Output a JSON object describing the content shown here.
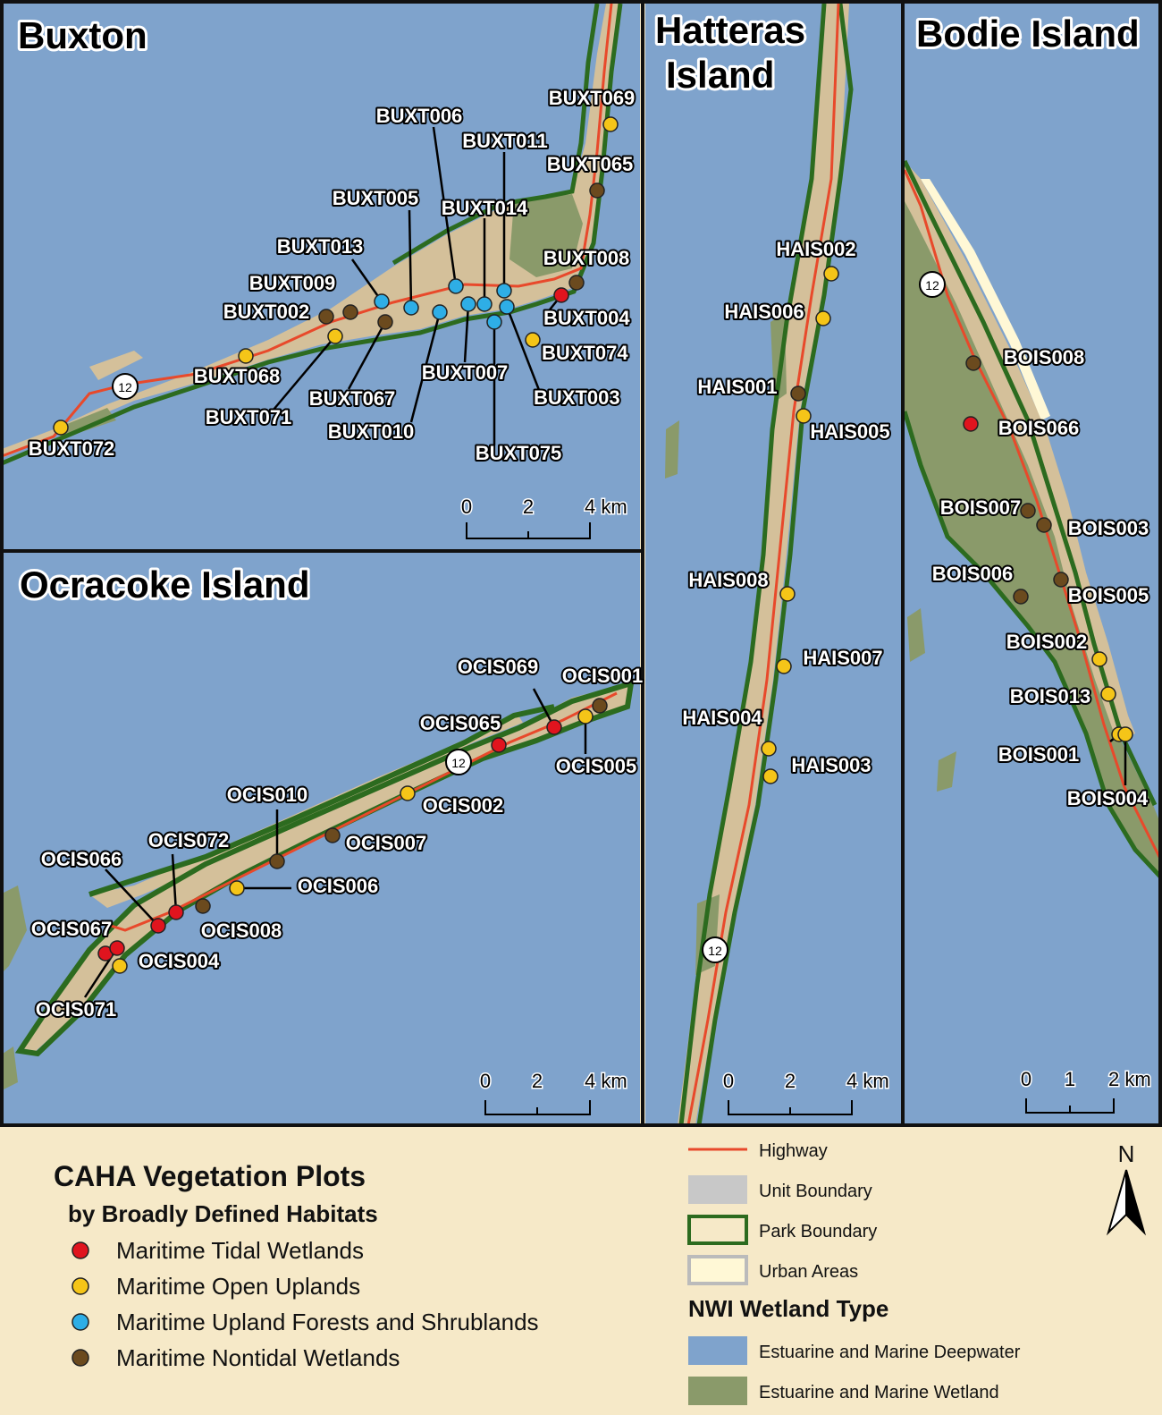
{
  "colors": {
    "water": "#7fa3cc",
    "land": "#d4c09a",
    "wetland": "#8a9a6a",
    "park_boundary": "#2c6b1f",
    "highway": "#e8492b",
    "urban": "#fff8d6",
    "unit_boundary": "#c8c8c8",
    "legend_bg": "#f6e9c8",
    "tidal": "#e0141e",
    "open_uplands": "#f5c518",
    "forests": "#2eaee6",
    "nontidal": "#6b4a1e"
  },
  "panels": {
    "buxton": {
      "title": "Buxton",
      "scale_ticks": [
        "0",
        "2",
        "4 km"
      ]
    },
    "ocracoke": {
      "title": "Ocracoke Island",
      "scale_ticks": [
        "0",
        "2",
        "4 km"
      ]
    },
    "hatteras": {
      "title_line1": "Hatteras",
      "title_line2": "Island",
      "scale_ticks": [
        "0",
        "2",
        "4 km"
      ]
    },
    "bodie": {
      "title": "Bodie Island",
      "scale_ticks": [
        "0",
        "1",
        "2 km"
      ]
    }
  },
  "highway_shield": "12",
  "plots": [
    {
      "id": "BUXT069",
      "habitat": "open_uplands"
    },
    {
      "id": "BUXT065",
      "habitat": "nontidal"
    },
    {
      "id": "BUXT008",
      "habitat": "nontidal"
    },
    {
      "id": "BUXT004",
      "habitat": "tidal"
    },
    {
      "id": "BUXT074",
      "habitat": "open_uplands"
    },
    {
      "id": "BUXT003",
      "habitat": "forests"
    },
    {
      "id": "BUXT075",
      "habitat": "forests"
    },
    {
      "id": "BUXT007",
      "habitat": "forests"
    },
    {
      "id": "BUXT010",
      "habitat": "forests"
    },
    {
      "id": "BUXT011",
      "habitat": "forests"
    },
    {
      "id": "BUXT014",
      "habitat": "forests"
    },
    {
      "id": "BUXT006",
      "habitat": "forests"
    },
    {
      "id": "BUXT005",
      "habitat": "forests"
    },
    {
      "id": "BUXT013",
      "habitat": "forests"
    },
    {
      "id": "BUXT009",
      "habitat": "nontidal"
    },
    {
      "id": "BUXT002",
      "habitat": "nontidal"
    },
    {
      "id": "BUXT067",
      "habitat": "nontidal"
    },
    {
      "id": "BUXT071",
      "habitat": "open_uplands"
    },
    {
      "id": "BUXT068",
      "habitat": "open_uplands"
    },
    {
      "id": "BUXT072",
      "habitat": "open_uplands"
    },
    {
      "id": "OCIS069",
      "habitat": "tidal"
    },
    {
      "id": "OCIS001",
      "habitat": "nontidal"
    },
    {
      "id": "OCIS005",
      "habitat": "open_uplands"
    },
    {
      "id": "OCIS065",
      "habitat": "tidal"
    },
    {
      "id": "OCIS002",
      "habitat": "open_uplands"
    },
    {
      "id": "OCIS010",
      "habitat": "nontidal"
    },
    {
      "id": "OCIS007",
      "habitat": "nontidal"
    },
    {
      "id": "OCIS006",
      "habitat": "open_uplands"
    },
    {
      "id": "OCIS072",
      "habitat": "tidal"
    },
    {
      "id": "OCIS008",
      "habitat": "nontidal"
    },
    {
      "id": "OCIS066",
      "habitat": "tidal"
    },
    {
      "id": "OCIS067",
      "habitat": "tidal"
    },
    {
      "id": "OCIS004",
      "habitat": "open_uplands"
    },
    {
      "id": "OCIS071",
      "habitat": "tidal"
    },
    {
      "id": "HAIS002",
      "habitat": "open_uplands"
    },
    {
      "id": "HAIS006",
      "habitat": "open_uplands"
    },
    {
      "id": "HAIS001",
      "habitat": "nontidal"
    },
    {
      "id": "HAIS005",
      "habitat": "open_uplands"
    },
    {
      "id": "HAIS008",
      "habitat": "open_uplands"
    },
    {
      "id": "HAIS007",
      "habitat": "open_uplands"
    },
    {
      "id": "HAIS004",
      "habitat": "open_uplands"
    },
    {
      "id": "HAIS003",
      "habitat": "open_uplands"
    },
    {
      "id": "BOIS008",
      "habitat": "nontidal"
    },
    {
      "id": "BOIS066",
      "habitat": "tidal"
    },
    {
      "id": "BOIS007",
      "habitat": "nontidal"
    },
    {
      "id": "BOIS003",
      "habitat": "nontidal"
    },
    {
      "id": "BOIS006",
      "habitat": "nontidal"
    },
    {
      "id": "BOIS005",
      "habitat": "nontidal"
    },
    {
      "id": "BOIS002",
      "habitat": "open_uplands"
    },
    {
      "id": "BOIS013",
      "habitat": "open_uplands"
    },
    {
      "id": "BOIS001",
      "habitat": "open_uplands"
    },
    {
      "id": "BOIS004",
      "habitat": "open_uplands"
    }
  ],
  "legend": {
    "title": "CAHA Vegetation Plots",
    "subtitle": "by Broadly Defined Habitats",
    "habitats": [
      {
        "key": "tidal",
        "label": "Maritime Tidal Wetlands"
      },
      {
        "key": "open_uplands",
        "label": "Maritime Open Uplands"
      },
      {
        "key": "forests",
        "label": "Maritime Upland Forests and Shrublands"
      },
      {
        "key": "nontidal",
        "label": "Maritime Nontidal Wetlands"
      }
    ],
    "layers": [
      "Highway",
      "Unit Boundary",
      "Park Boundary",
      "Urban Areas"
    ],
    "nwi_title": "NWI Wetland Type",
    "nwi_types": [
      "Estuarine and Marine Deepwater",
      "Estuarine and Marine Wetland"
    ],
    "north_label": "N"
  }
}
